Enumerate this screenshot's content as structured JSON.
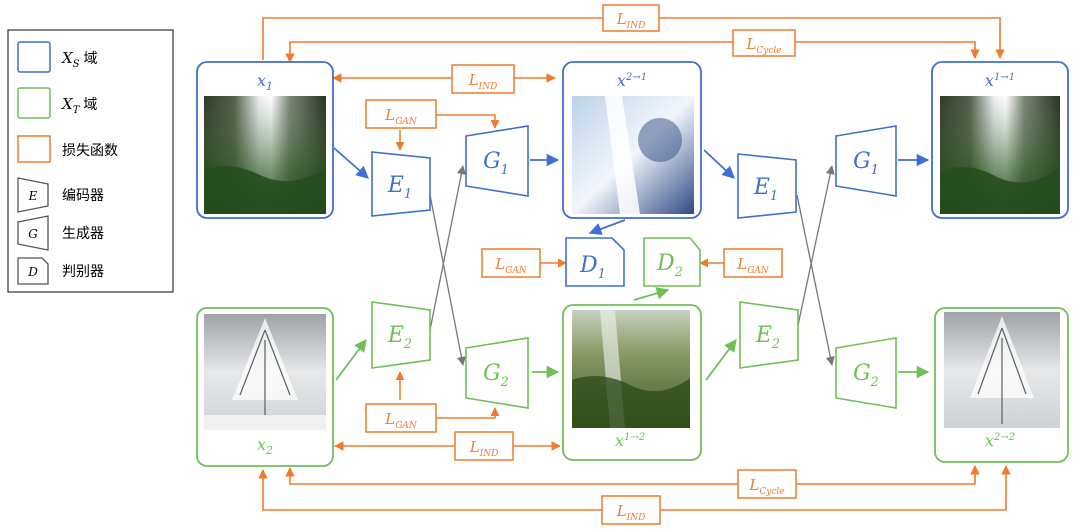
{
  "colors": {
    "blue": "#3f6fd0",
    "green": "#6fbf55",
    "orange": "#ee7b2e",
    "gray": "#777777",
    "black": "#333333"
  },
  "legend": {
    "xs_main": "X",
    "xs_sub": "S",
    "xs_suffix": "域",
    "xt_main": "X",
    "xt_sub": "T",
    "xt_suffix": "域",
    "loss_label": "损失函数",
    "encoder_letter": "E",
    "encoder_label": "编码器",
    "generator_letter": "G",
    "generator_label": "生成器",
    "discriminator_letter": "D",
    "discriminator_label": "判别器"
  },
  "images": {
    "x1": {
      "main": "x",
      "sub": "1"
    },
    "x2": {
      "main": "x",
      "sub": "2"
    },
    "x2to1": {
      "main": "x",
      "sub": "2→1"
    },
    "x1to2": {
      "main": "x",
      "sub": "1→2"
    },
    "x1rec": {
      "main": "x",
      "sub": "1→1"
    },
    "x2rec": {
      "main": "x",
      "sub": "2→2"
    }
  },
  "blocks": {
    "E1_left": {
      "main": "E",
      "sub": "1"
    },
    "E2_left": {
      "main": "E",
      "sub": "2"
    },
    "G1_left": {
      "main": "G",
      "sub": "1"
    },
    "G2_left": {
      "main": "G",
      "sub": "2"
    },
    "E1_right": {
      "main": "E",
      "sub": "1"
    },
    "E2_right": {
      "main": "E",
      "sub": "2"
    },
    "G1_right": {
      "main": "G",
      "sub": "1"
    },
    "G2_right": {
      "main": "G",
      "sub": "2"
    },
    "D1": {
      "main": "D",
      "sub": "1"
    },
    "D2": {
      "main": "D",
      "sub": "2"
    }
  },
  "losses": {
    "top_ind": {
      "main": "L",
      "sub": "IND"
    },
    "top_cycle": {
      "main": "L",
      "sub": "Cycle"
    },
    "upper_ind": {
      "main": "L",
      "sub": "IND"
    },
    "upper_vae": {
      "main": "L",
      "sub": "GAN"
    },
    "d1_gan": {
      "main": "L",
      "sub": "GAN"
    },
    "d2_gan": {
      "main": "L",
      "sub": "GAN"
    },
    "lower_vae": {
      "main": "L",
      "sub": "GAN"
    },
    "lower_ind": {
      "main": "L",
      "sub": "IND"
    },
    "bottom_cycle": {
      "main": "L",
      "sub": "Cycle"
    },
    "bottom_ind": {
      "main": "L",
      "sub": "IND"
    }
  }
}
